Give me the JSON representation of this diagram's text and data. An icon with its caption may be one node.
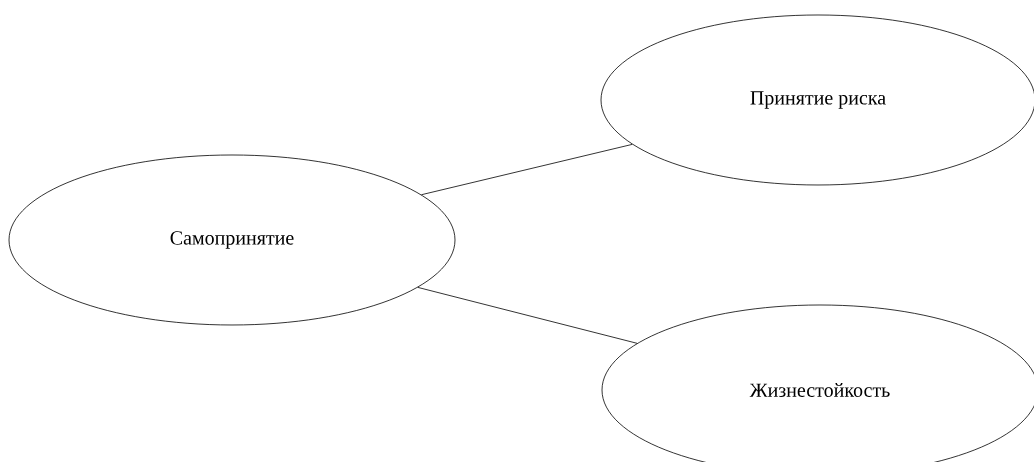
{
  "diagram": {
    "nodes": [
      {
        "text": [
          "Самопринятие"
        ]
      },
      {
        "text": [
          "Принятие риска"
        ]
      },
      {
        "text": [
          "Жизнестойкость"
        ]
      }
    ],
    "edges": [
      {
        "from": 0,
        "to": 1,
        "arrow": "none"
      },
      {
        "from": 0,
        "to": 2,
        "arrow": "none"
      }
    ]
  }
}
